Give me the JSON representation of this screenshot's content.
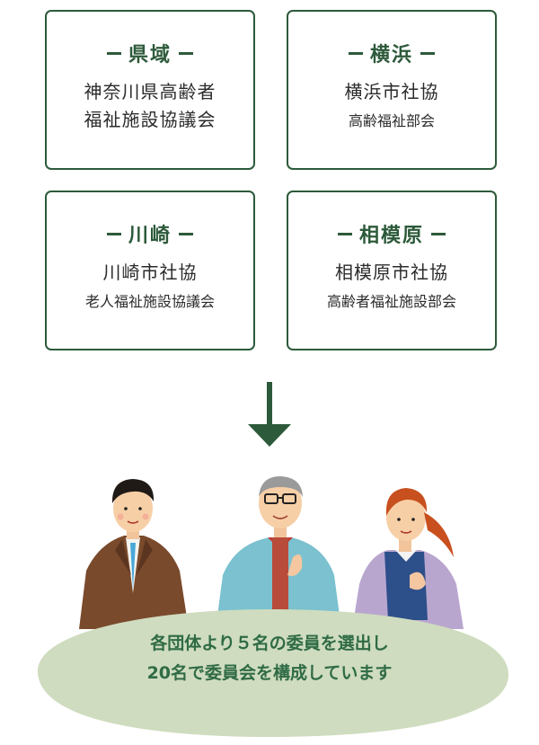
{
  "boxes": [
    {
      "heading": "県域",
      "lines": [
        "神奈川県高齢者",
        "福祉施設協議会"
      ]
    },
    {
      "heading": "横浜",
      "line1": "横浜市社協",
      "line2": "高齢福祉部会"
    },
    {
      "heading": "川崎",
      "line1": "川崎市社協",
      "line2": "老人福祉施設協議会"
    },
    {
      "heading": "相模原",
      "line1": "相模原市社協",
      "line2": "高齢者福祉施設部会"
    }
  ],
  "summary": {
    "line1": "各団体より５名の委員を選出し",
    "line2": "20名で委員会を構成しています"
  },
  "colors": {
    "accent_green": "#2d5a3a",
    "text_green": "#2f6b45",
    "ellipse_fill": "#cfdcbf"
  }
}
